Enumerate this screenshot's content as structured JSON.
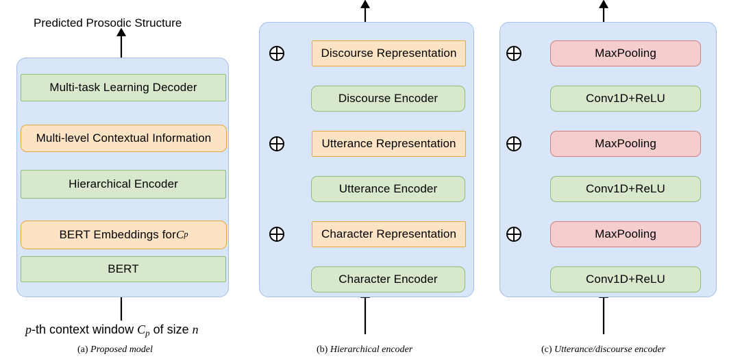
{
  "figure": {
    "title": "Prosodic structure prediction model architecture",
    "colors": {
      "panel_fill": "#d9e5f8",
      "panel_border": "#a5bfe8",
      "green_fill": "#d7e8cd",
      "green_border": "#8fbc77",
      "orange_fill": "#fce3c4",
      "orange_border": "#e6a73c",
      "red_fill": "#f6cdcd",
      "red_border": "#cd7d7d",
      "edge": "#000000"
    }
  },
  "panel_a": {
    "caption_id": "(a)",
    "caption_text": "Proposed model",
    "top_label": "Predicted Prosodic Structure",
    "bottom_label_parts": {
      "p": "p",
      "mid1": "-th context window ",
      "C": "C",
      "C_sub": "p",
      "mid2": " of size ",
      "n": "n"
    },
    "blocks": [
      {
        "label": "Multi-task Learning Decoder",
        "color": "green"
      },
      {
        "label": "Multi-level Contextual Information",
        "color": "orange"
      },
      {
        "label": "Hierarchical Encoder",
        "color": "green"
      },
      {
        "label": "BERT Embeddings for ",
        "label_math_C": "C",
        "label_math_sub": "p",
        "color": "orange"
      },
      {
        "label": "BERT",
        "color": "green"
      }
    ]
  },
  "panel_b": {
    "caption_id": "(b)",
    "caption_text": "Hierarchical encoder",
    "blocks": [
      {
        "label": "Discourse Representation",
        "color": "orange"
      },
      {
        "label": "Discourse Encoder",
        "color": "green"
      },
      {
        "label": "Utterance Representation",
        "color": "orange"
      },
      {
        "label": "Utterance Encoder",
        "color": "green"
      },
      {
        "label": "Character Representation",
        "color": "orange"
      },
      {
        "label": "Character Encoder",
        "color": "green"
      }
    ],
    "adders": [
      "plus-discourse",
      "plus-utterance",
      "plus-character"
    ]
  },
  "panel_c": {
    "caption_id": "(c)",
    "caption_text": "Utterance/discourse encoder",
    "blocks": [
      {
        "label": "MaxPooling",
        "color": "red"
      },
      {
        "label": "Conv1D+ReLU",
        "color": "green"
      },
      {
        "label": "MaxPooling",
        "color": "red"
      },
      {
        "label": "Conv1D+ReLU",
        "color": "green"
      },
      {
        "label": "MaxPooling",
        "color": "red"
      },
      {
        "label": "Conv1D+ReLU",
        "color": "green"
      }
    ],
    "adders": [
      "plus-top",
      "plus-middle",
      "plus-bottom"
    ]
  }
}
